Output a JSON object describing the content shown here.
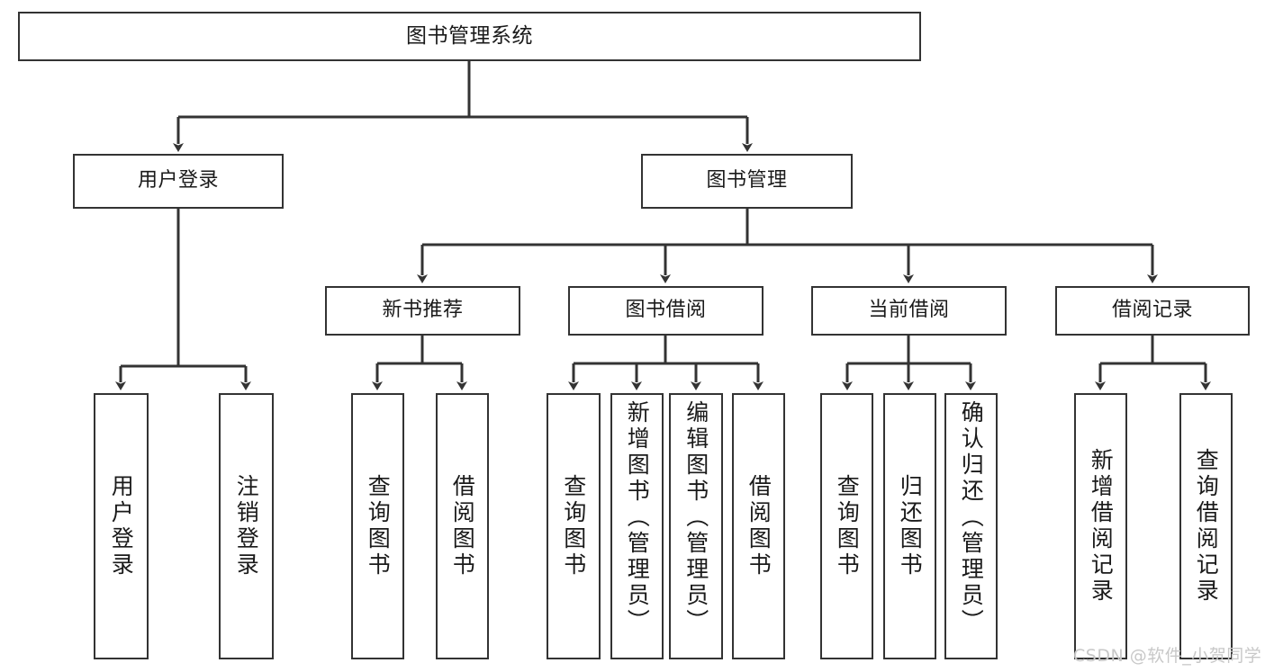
{
  "diagram": {
    "title": "图书管理系统",
    "orientation": "top-down-tree",
    "root": {
      "label": "图书管理系统"
    },
    "level2": [
      {
        "label": "用户登录"
      },
      {
        "label": "图书管理"
      }
    ],
    "level3": [
      {
        "label": "新书推荐"
      },
      {
        "label": "图书借阅"
      },
      {
        "label": "当前借阅"
      },
      {
        "label": "借阅记录"
      }
    ],
    "leaves": {
      "user_login": [
        {
          "label": "用户登录"
        },
        {
          "label": "注销登录"
        }
      ],
      "new_book_recommend": [
        {
          "label": "查询图书"
        },
        {
          "label": "借阅图书"
        }
      ],
      "book_borrow": [
        {
          "label": "查询图书"
        },
        {
          "label": "新增图书（管理员）"
        },
        {
          "label": "编辑图书（管理员）"
        },
        {
          "label": "借阅图书"
        }
      ],
      "current_borrow": [
        {
          "label": "查询图书"
        },
        {
          "label": "归还图书"
        },
        {
          "label": "确认归还（管理员）"
        }
      ],
      "borrow_record": [
        {
          "label": "新增借阅记录"
        },
        {
          "label": "查询借阅记录"
        }
      ]
    }
  },
  "watermark": {
    "text": "CSDN @软件_小贺同学"
  },
  "colors": {
    "stroke": "#333333",
    "text": "#1a1a1a",
    "background": "#ffffff",
    "watermark": "#c8c8c8"
  }
}
